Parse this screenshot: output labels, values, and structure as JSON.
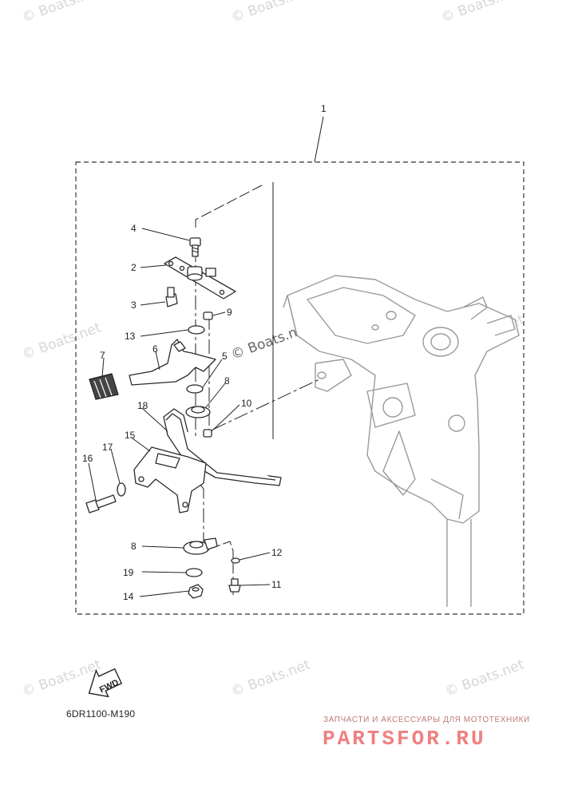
{
  "diagram": {
    "assembly_callout": "1",
    "code": "6DR1100-M190",
    "fwd_label": "FWD",
    "callouts": [
      "2",
      "3",
      "4",
      "5",
      "6",
      "7",
      "8",
      "8",
      "9",
      "10",
      "11",
      "12",
      "13",
      "14",
      "15",
      "16",
      "17",
      "18",
      "19"
    ],
    "watermark": "© Boats.net",
    "branding": {
      "tagline": "ЗАПЧАСТИ И АКСЕССУАРЫ ДЛЯ МОТОТЕХНИКИ",
      "logo": "PARTSFOR.RU"
    }
  }
}
